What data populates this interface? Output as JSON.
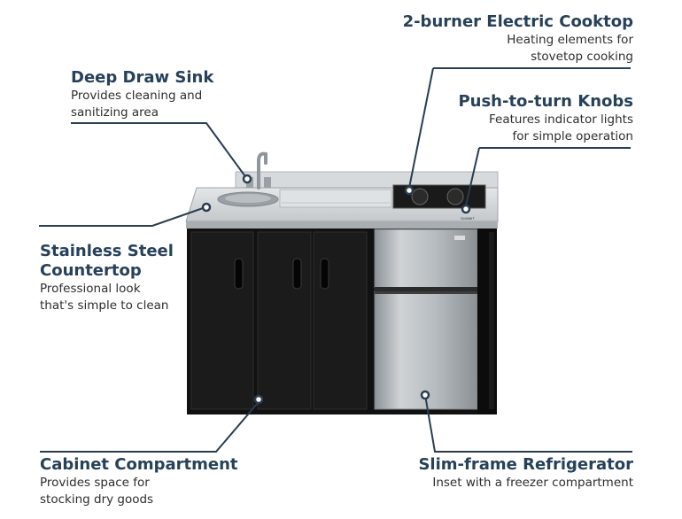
{
  "callouts": {
    "cooktop": {
      "title": "2-burner Electric Cooktop",
      "desc1": "Heating elements for",
      "desc2": "stovetop cooking"
    },
    "sink": {
      "title": "Deep Draw Sink",
      "desc1": "Provides cleaning and",
      "desc2": "sanitizing area"
    },
    "knobs": {
      "title": "Push-to-turn Knobs",
      "desc1": "Features indicator lights",
      "desc2": "for simple operation"
    },
    "countertop": {
      "title1": "Stainless Steel",
      "title2": "Countertop",
      "desc1": "Professional look",
      "desc2": "that's simple to clean"
    },
    "cabinet": {
      "title": "Cabinet Compartment",
      "desc1": "Provides space for",
      "desc2": "stocking dry goods"
    },
    "fridge": {
      "title": "Slim-frame Refrigerator",
      "desc1": "Inset with a freezer compartment"
    }
  },
  "product": {
    "brand_badge": "SUMMIT"
  },
  "colors": {
    "heading": "#27415a",
    "leader": "#2a3d52",
    "cabinet": "#111111",
    "steel": "#c9cdd1"
  }
}
